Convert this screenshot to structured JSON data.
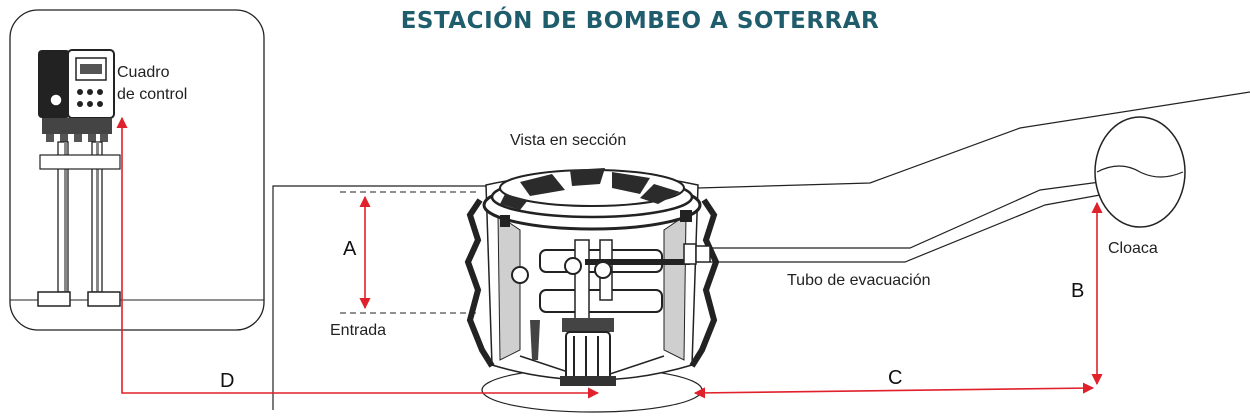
{
  "title": "ESTACIÓN DE BOMBEO A SOTERRAR",
  "labels": {
    "control_panel_line1": "Cuadro",
    "control_panel_line2": "de control",
    "section_view": "Vista en sección",
    "inlet": "Entrada",
    "discharge_pipe": "Tubo de evacuación",
    "sewer": "Cloaca"
  },
  "dimensions": {
    "a": "A",
    "b": "B",
    "c": "C",
    "d": "D"
  },
  "colors": {
    "title": "#1f5d6d",
    "dimension_lines": "#e0202a",
    "outline": "#222222",
    "tank_dark": "#2b2b2b",
    "tank_light": "#cfcfcf"
  }
}
